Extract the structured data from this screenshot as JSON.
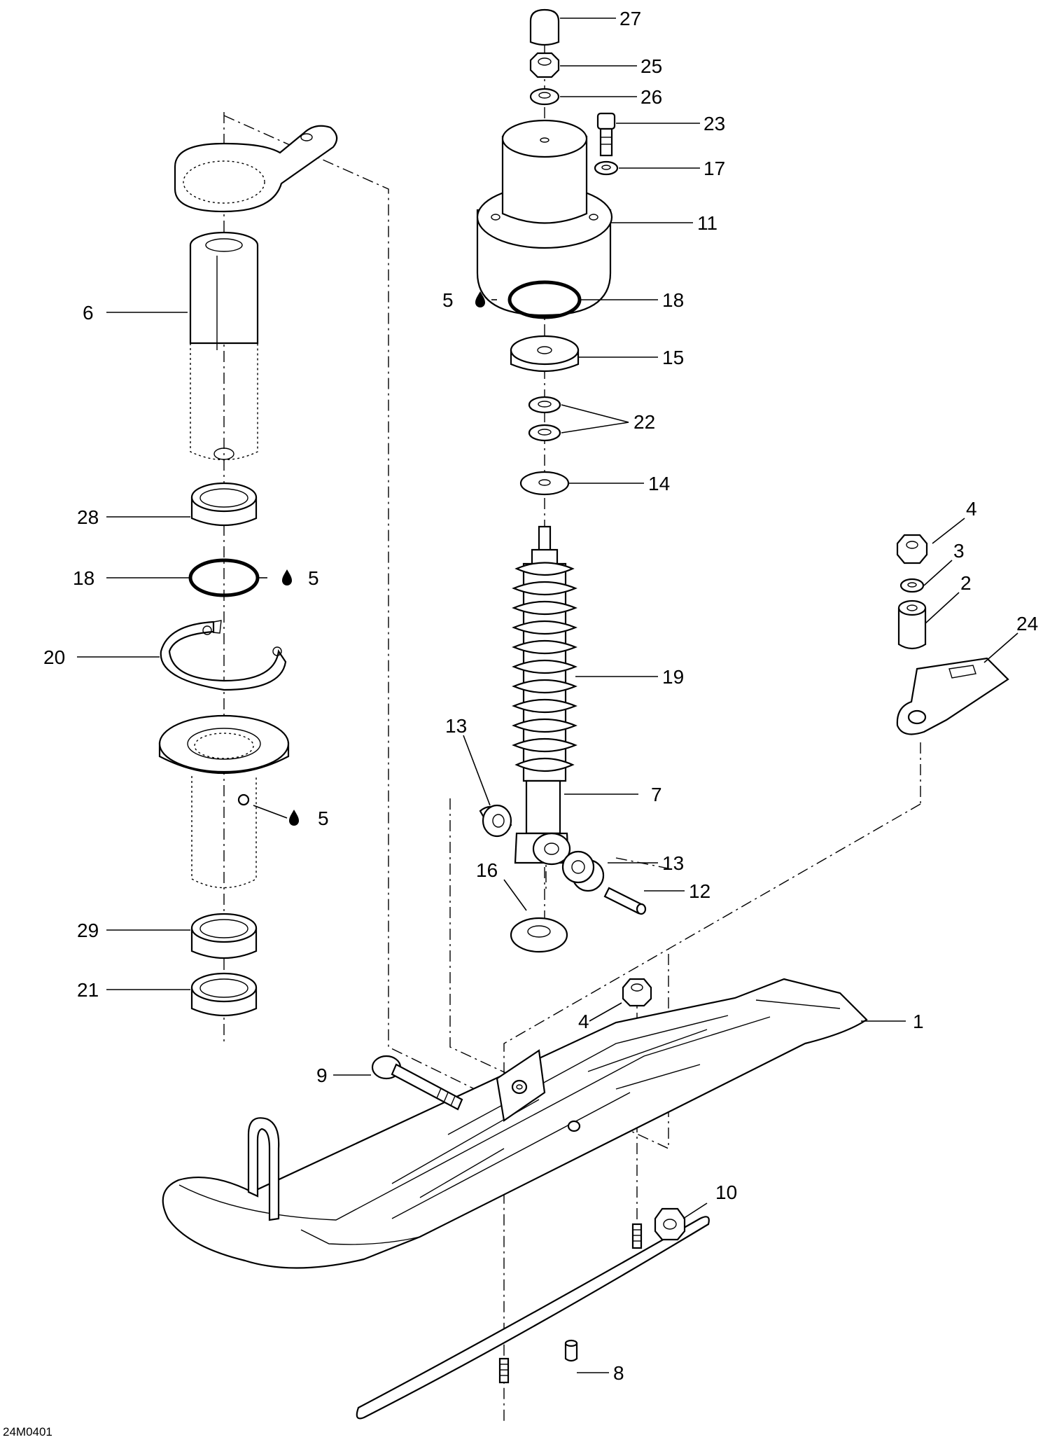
{
  "diagram_code": "24M0401",
  "callouts": [
    {
      "id": "c27",
      "text": "27"
    },
    {
      "id": "c25",
      "text": "25"
    },
    {
      "id": "c26",
      "text": "26"
    },
    {
      "id": "c23",
      "text": "23"
    },
    {
      "id": "c17",
      "text": "17"
    },
    {
      "id": "c11",
      "text": "11"
    },
    {
      "id": "c5a",
      "text": "5"
    },
    {
      "id": "c18a",
      "text": "18"
    },
    {
      "id": "c15",
      "text": "15"
    },
    {
      "id": "c22",
      "text": "22"
    },
    {
      "id": "c14",
      "text": "14"
    },
    {
      "id": "c6",
      "text": "6"
    },
    {
      "id": "c28",
      "text": "28"
    },
    {
      "id": "c18b",
      "text": "18"
    },
    {
      "id": "c5b",
      "text": "5"
    },
    {
      "id": "c20",
      "text": "20"
    },
    {
      "id": "c4a",
      "text": "4"
    },
    {
      "id": "c3",
      "text": "3"
    },
    {
      "id": "c2",
      "text": "2"
    },
    {
      "id": "c24",
      "text": "24"
    },
    {
      "id": "c19",
      "text": "19"
    },
    {
      "id": "c13a",
      "text": "13"
    },
    {
      "id": "c7",
      "text": "7"
    },
    {
      "id": "c5c",
      "text": "5"
    },
    {
      "id": "c13b",
      "text": "13"
    },
    {
      "id": "c16",
      "text": "16"
    },
    {
      "id": "c12",
      "text": "12"
    },
    {
      "id": "c29",
      "text": "29"
    },
    {
      "id": "c21",
      "text": "21"
    },
    {
      "id": "c4b",
      "text": "4"
    },
    {
      "id": "c1",
      "text": "1"
    },
    {
      "id": "c9",
      "text": "9"
    },
    {
      "id": "c10",
      "text": "10"
    },
    {
      "id": "c8",
      "text": "8"
    }
  ]
}
